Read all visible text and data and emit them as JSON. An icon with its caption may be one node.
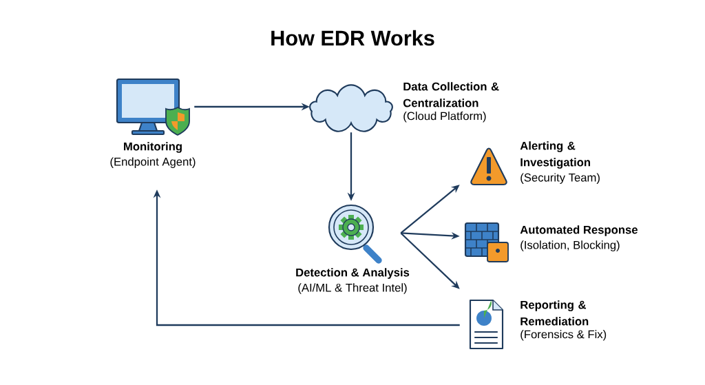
{
  "diagram": {
    "title": "How EDR Works",
    "nodes": [
      {
        "text": [
          "Monitoring",
          "(Endpoint Agent)"
        ]
      },
      {
        "text": [
          "Data Collection & Centralization",
          "(Cloud Platform)"
        ]
      },
      {
        "text": [
          "Detection & Analysis",
          "(AI/ML & Threat Intel)"
        ]
      },
      {
        "text": [
          "Alerting & Investigation",
          "(Security Team)"
        ]
      },
      {
        "text": [
          "Automated Response",
          "(Isolation, Blocking)"
        ]
      },
      {
        "text": [
          "Reporting & Remediation",
          "(Forensics & Fix)"
        ]
      }
    ],
    "edges": [
      {
        "from": 0,
        "to": 1,
        "arrow": "to"
      },
      {
        "from": 1,
        "to": 2,
        "arrow": "to"
      },
      {
        "from": 2,
        "to": 3,
        "arrow": "to"
      },
      {
        "from": 2,
        "to": 4,
        "arrow": "to"
      },
      {
        "from": 2,
        "to": 5,
        "arrow": "to"
      },
      {
        "from": 5,
        "to": 0,
        "arrow": "to"
      }
    ]
  }
}
